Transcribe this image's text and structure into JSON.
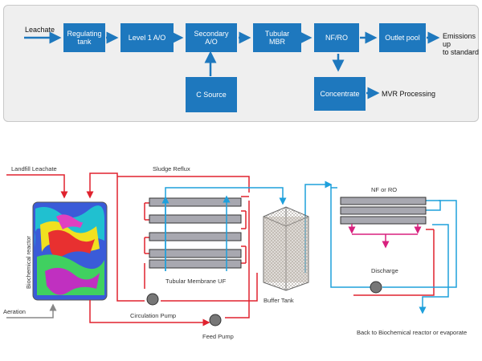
{
  "flow": {
    "input_label": "Leachate",
    "nodes": {
      "regulating_tank": "Regulating\ntank",
      "level1": "Level 1 A/O",
      "secondary": "Secondary\nA/O",
      "tubular_mbr": "Tubular\nMBR",
      "nfro": "NF/RO",
      "outlet_pool": "Outlet pool",
      "c_source": "C Source",
      "concentrate": "Concentrate"
    },
    "emissions_label": "Emissions up\nto standard",
    "mvr_label": "MVR Processing"
  },
  "schematic": {
    "labels": {
      "landfill_leachate": "Landfill Leachate",
      "sludge_reflux": "Sludge Reflux",
      "biochemical_reactor": "Biochemical reactor",
      "aeration": "Aeration",
      "tubular_membrane_uf": "Tubular  Membrane UF",
      "circulation_pump": "Circulation Pump",
      "feed_pump": "Feed Pump",
      "buffer_tank": "Buffer Tank",
      "nf_or_ro": "NF or RO",
      "discharge": "Discharge",
      "back_to": "Back to Biochemical reactor  or evaporate"
    },
    "colors": {
      "accent_blue": "#1e78be",
      "red_line": "#e0222e",
      "blue_line": "#1ea0dc",
      "magenta_line": "#d8207e",
      "gray_line": "#888888"
    }
  }
}
